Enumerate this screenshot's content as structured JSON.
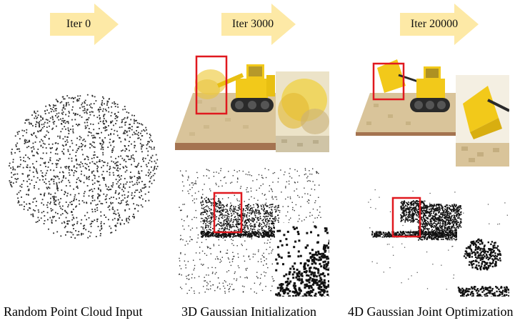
{
  "stages": [
    {
      "arrow_label": "Iter 0",
      "caption": "Random Point Cloud Input"
    },
    {
      "arrow_label": "Iter 3000",
      "caption": "3D Gaussian Initialization"
    },
    {
      "arrow_label": "Iter 20000",
      "caption": "4D Gaussian Joint Optimization"
    }
  ],
  "colors": {
    "arrow_fill": "#fde9a6",
    "highlight_box": "#e0191f",
    "lego_yellow": "#f2c91a",
    "baseplate": "#d9c49a"
  }
}
